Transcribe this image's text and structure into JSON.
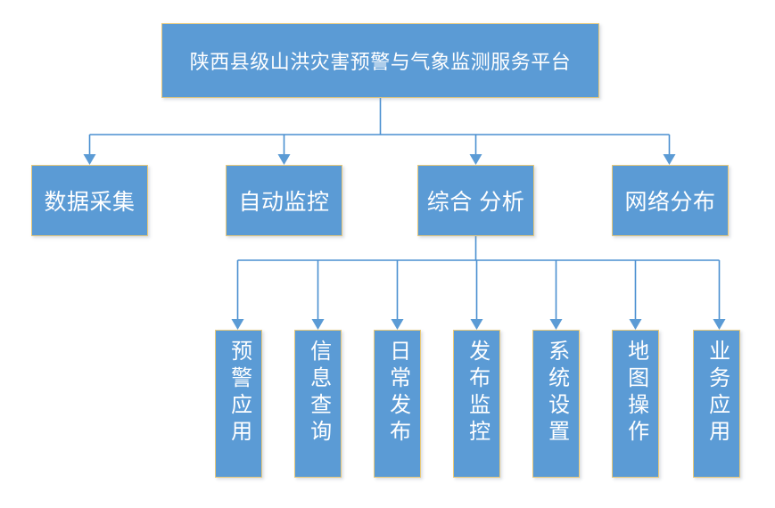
{
  "diagram": {
    "title": "陕西县级山洪灾害预警与气象监测服务平台",
    "colors": {
      "node_fill": "#5B9BD5",
      "node_border": "#E8C97A",
      "node_text": "#FFFFFF",
      "connector": "#4A8FD0",
      "background": "#FFFFFF"
    },
    "root": {
      "label": "陕西县级山洪灾害预警与气象监测服务平台"
    },
    "level2": [
      {
        "label": "数据采集"
      },
      {
        "label": "自动监控"
      },
      {
        "label": "综合 分析"
      },
      {
        "label": "网络分布"
      }
    ],
    "level3_parent": "综合 分析",
    "level3": [
      {
        "label": "预警应用"
      },
      {
        "label": "信息查询"
      },
      {
        "label": "日常发布"
      },
      {
        "label": "发布监控"
      },
      {
        "label": "系统设置"
      },
      {
        "label": "地图操作"
      },
      {
        "label": "业务应用"
      }
    ]
  }
}
